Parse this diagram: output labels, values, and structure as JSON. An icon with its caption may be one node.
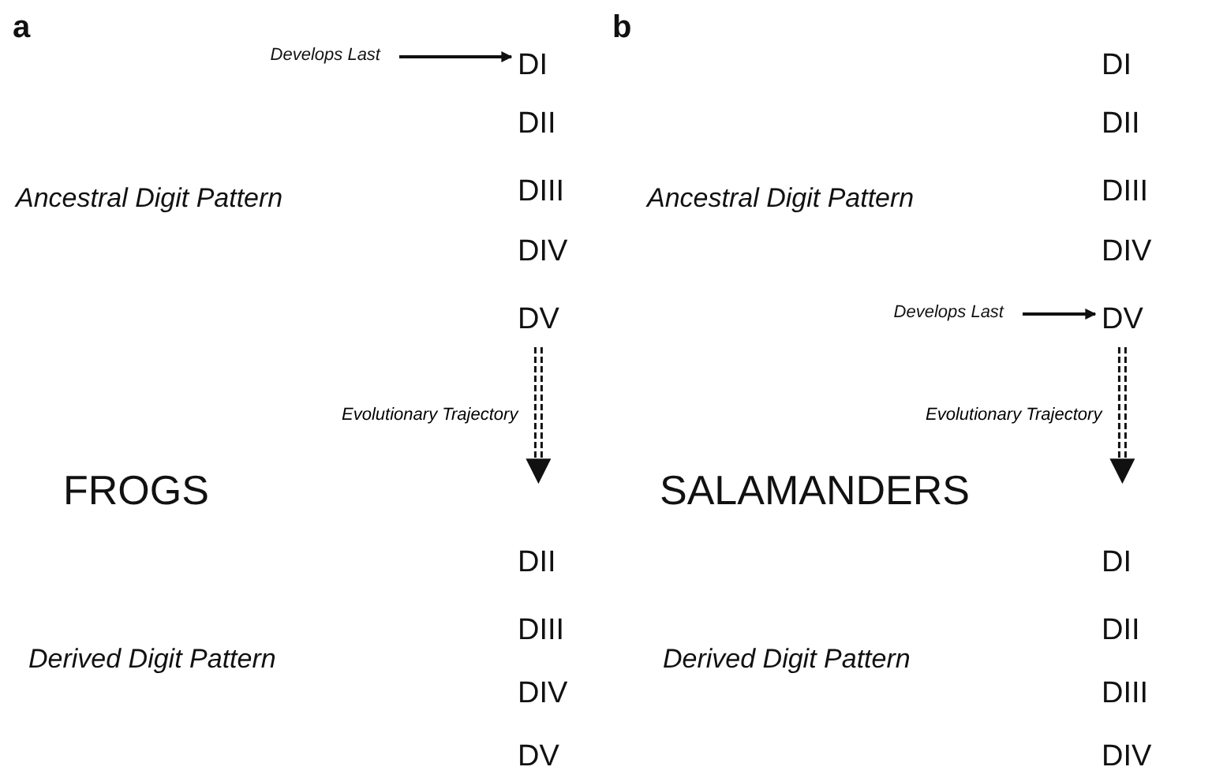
{
  "diagram": {
    "nodes": [
      {
        "text": [
          "Develops Last"
        ]
      },
      {
        "text": [
          "DI"
        ]
      },
      {
        "text": [
          "DV"
        ]
      },
      {
        "text": [
          "Develops Last"
        ]
      },
      {
        "text": [
          "DV"
        ]
      }
    ],
    "edges": [
      {
        "from": 0,
        "to": 1,
        "arrow": "to"
      },
      {
        "from": 2,
        "to": null,
        "arrow": "to",
        "label": "Evolutionary Trajectory",
        "style": "dashed"
      },
      {
        "from": 3,
        "to": 4,
        "arrow": "to"
      },
      {
        "from": 4,
        "to": null,
        "arrow": "to",
        "label": "Evolutionary Trajectory",
        "style": "dashed"
      }
    ],
    "labels": [
      "a",
      "b",
      "DI",
      "DII",
      "DII",
      "Ancestral Digit Pattern",
      "DIII",
      "Ancestral Digit Pattern",
      "DIII",
      "DIV",
      "DIV",
      "FROGS",
      "SALAMANDERS",
      "DII",
      "DI",
      "DIII",
      "DII",
      "Derived Digit Pattern",
      "Derived Digit Pattern",
      "DIV",
      "DIII",
      "DV",
      "DIV"
    ]
  }
}
